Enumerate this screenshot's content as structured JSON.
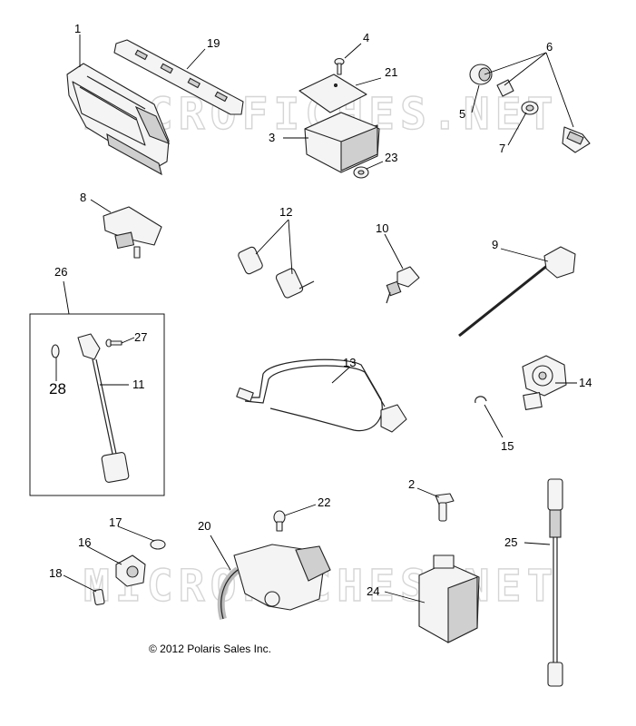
{
  "watermark_text": "MICROFICHES.NET",
  "copyright": "© 2012 Polaris Sales Inc.",
  "callouts": {
    "c1": "1",
    "c2": "2",
    "c3": "3",
    "c4": "4",
    "c5": "5",
    "c6": "6",
    "c7": "7",
    "c8": "8",
    "c9": "9",
    "c10": "10",
    "c11": "11",
    "c12": "12",
    "c13": "13",
    "c14": "14",
    "c15": "15",
    "c16": "16",
    "c17": "17",
    "c18": "18",
    "c19": "19",
    "c20": "20",
    "c21": "21",
    "c22": "22",
    "c23": "23",
    "c24": "24",
    "c25": "25",
    "c26": "26",
    "c27": "27",
    "c28": "28"
  },
  "colors": {
    "line": "#000000",
    "watermark": "#c8c8c8",
    "background": "#ffffff"
  }
}
